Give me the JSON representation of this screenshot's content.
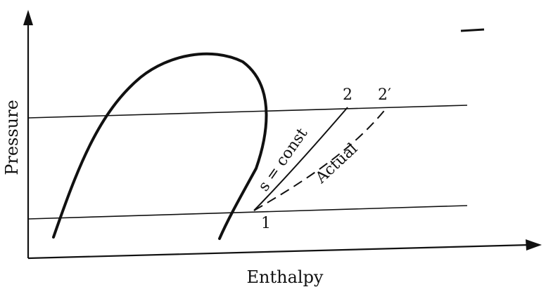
{
  "axes": {
    "x_title": "Enthalpy",
    "y_title": "Pressure"
  },
  "points": {
    "start": "1",
    "isentropic_end": "2",
    "actual_end": "2′"
  },
  "curves": {
    "isentropic_label": "s = const",
    "actual_label": "Actual"
  },
  "colors": {
    "ink": "#111111",
    "background": "#ffffff"
  }
}
